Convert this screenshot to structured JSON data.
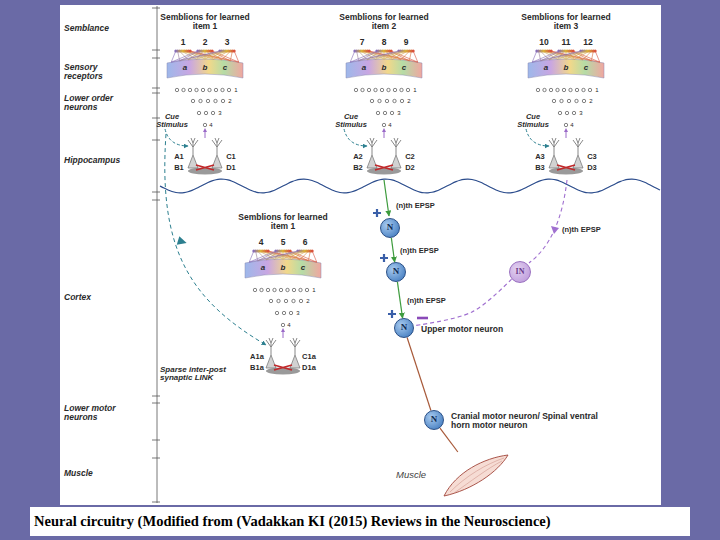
{
  "diagram": {
    "caption": "Neural circuitry (Modified from (Vadakkan KI (2015) Reviews in the Neuroscience)",
    "nodes": [
      {
        "text": [
          "N"
        ]
      },
      {
        "text": [
          "N"
        ]
      },
      {
        "text": [
          "IN"
        ]
      },
      {
        "text": [
          "N",
          "Upper motor neuron"
        ]
      },
      {
        "text": [
          "N",
          "Cranial motor neuron/ Spinal ventral horn motor neuron"
        ]
      },
      {
        "text": [
          "Muscle"
        ]
      }
    ],
    "edges": [
      {
        "from": 0,
        "to": 1,
        "arrow": "to",
        "label": "(n)th EPSP"
      },
      {
        "from": 1,
        "to": 3,
        "arrow": "to",
        "label": "(n)th EPSP"
      },
      {
        "from": 2,
        "to": 3,
        "arrow": "none"
      },
      {
        "from": 3,
        "to": 4,
        "arrow": "none"
      },
      {
        "from": 4,
        "to": 5,
        "arrow": "none"
      }
    ],
    "labels": [
      "Semblance",
      "Sensory receptors",
      "Lower order neurons",
      "Hippocampus",
      "Cortex",
      "Lower motor neurons",
      "Muscle",
      "Semblions for learned item 1",
      "1",
      "2",
      "3",
      "a",
      "b",
      "c",
      "1",
      "2",
      "3",
      "4",
      "Cue Stimulus",
      "A1",
      "C1",
      "B1",
      "D1",
      "Semblions for learned item 2",
      "7",
      "8",
      "9",
      "a",
      "b",
      "c",
      "1",
      "2",
      "3",
      "4",
      "Cue Stimulus",
      "A2",
      "C2",
      "B2",
      "D2",
      "Semblions for learned item 3",
      "10",
      "11",
      "12",
      "a",
      "b",
      "c",
      "1",
      "2",
      "3",
      "4",
      "Cue Stimulus",
      "A3",
      "C3",
      "B3",
      "D3",
      "Semblions for learned item 1",
      "4",
      "5",
      "6",
      "a",
      "b",
      "c",
      "1",
      "2",
      "3",
      "4",
      "A1a",
      "C1a",
      "B1a",
      "D1a",
      "Sparse inter-post synaptic LINK",
      "(n)th EPSP",
      "(n)th EPSP"
    ]
  }
}
